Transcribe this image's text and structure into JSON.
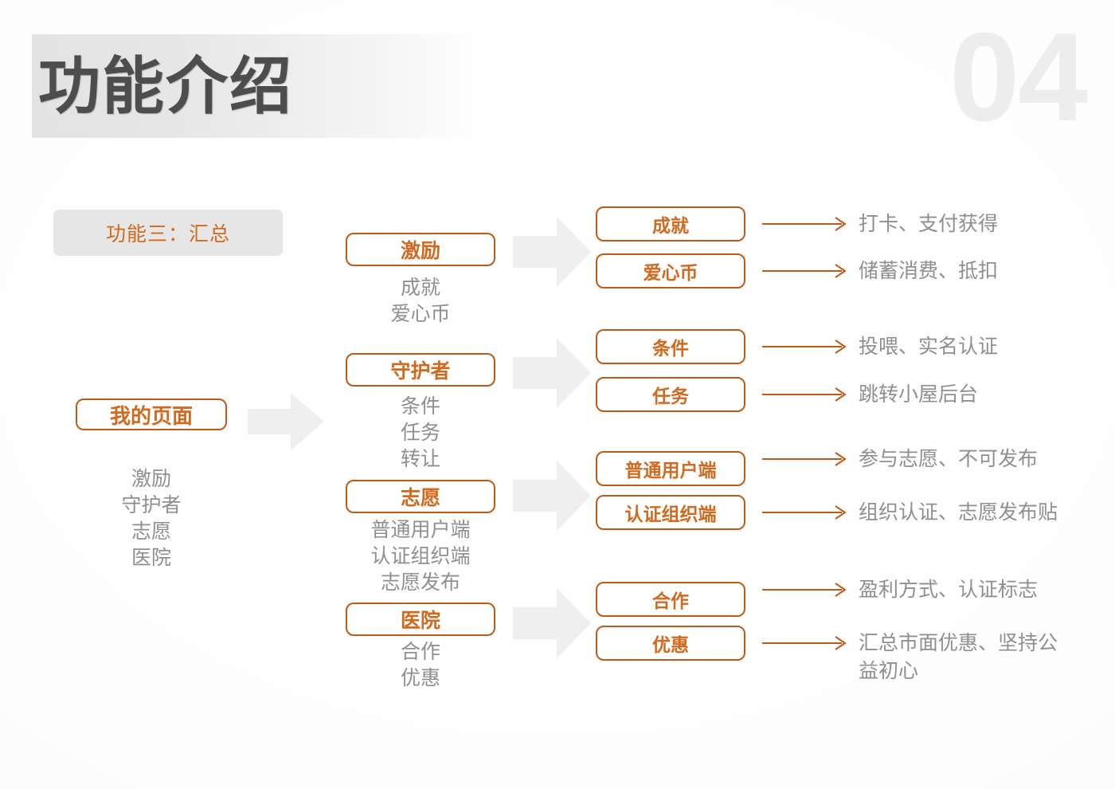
{
  "header": {
    "title": "功能介绍",
    "page_number": "04",
    "accent_color": "#c05a17",
    "muted_color": "#8f8f8f"
  },
  "section_tag": {
    "label": "功能三：汇总"
  },
  "root": {
    "label": "我的页面",
    "subitems": [
      "激励",
      "守护者",
      "志愿",
      "医院"
    ]
  },
  "groups": [
    {
      "label": "激励",
      "subitems": [
        "成就",
        "爱心币"
      ],
      "children": [
        {
          "label": "成就",
          "outcome": "打卡、支付获得"
        },
        {
          "label": "爱心币",
          "outcome": "储蓄消费、抵扣"
        }
      ]
    },
    {
      "label": "守护者",
      "subitems": [
        "条件",
        "任务",
        "转让"
      ],
      "children": [
        {
          "label": "条件",
          "outcome": "投喂、实名认证"
        },
        {
          "label": "任务",
          "outcome": "跳转小屋后台"
        }
      ]
    },
    {
      "label": "志愿",
      "subitems": [
        "普通用户端",
        "认证组织端",
        "志愿发布"
      ],
      "children": [
        {
          "label": "普通用户端",
          "outcome": "参与志愿、不可发布"
        },
        {
          "label": "认证组织端",
          "outcome": "组织认证、志愿发布贴"
        }
      ]
    },
    {
      "label": "医院",
      "subitems": [
        "合作",
        "优惠"
      ],
      "children": [
        {
          "label": "合作",
          "outcome": "盈利方式、认证标志"
        },
        {
          "label": "优惠",
          "outcome": "汇总市面优惠、坚持公\n益初心"
        }
      ]
    }
  ]
}
